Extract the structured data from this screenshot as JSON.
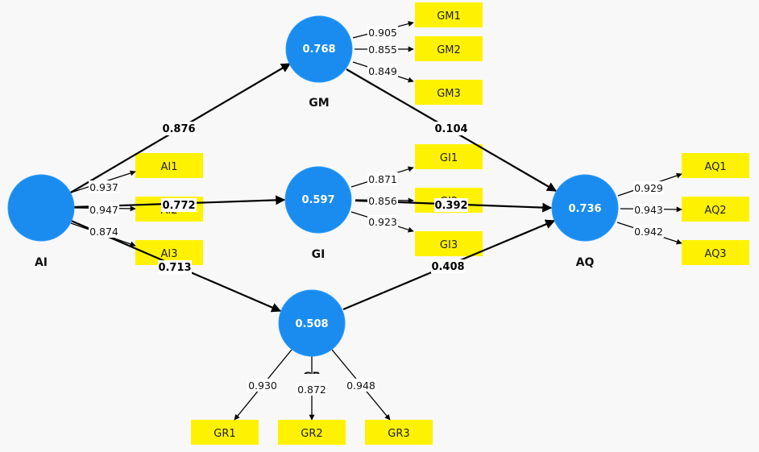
{
  "latents": {
    "AI": {
      "name": "AI",
      "r2": ""
    },
    "GM": {
      "name": "GM",
      "r2": "0.768"
    },
    "GI": {
      "name": "GI",
      "r2": "0.597"
    },
    "GR": {
      "name": "GR",
      "r2": "0.508"
    },
    "AQ": {
      "name": "AQ",
      "r2": "0.736"
    }
  },
  "indicators": {
    "AI1": "AI1",
    "AI2": "AI2",
    "AI3": "AI3",
    "GM1": "GM1",
    "GM2": "GM2",
    "GM3": "GM3",
    "GI1": "GI1",
    "GI2": "GI2",
    "GI3": "GI3",
    "GR1": "GR1",
    "GR2": "GR2",
    "GR3": "GR3",
    "AQ1": "AQ1",
    "AQ2": "AQ2",
    "AQ3": "AQ3"
  },
  "paths": {
    "AI_GM": "0.876",
    "AI_GI": "0.772",
    "AI_GR": "0.713",
    "GM_AQ": "0.104",
    "GI_AQ": "0.392",
    "GR_AQ": "0.408"
  },
  "loadings": {
    "AI1": "0.937",
    "AI2": "0.947",
    "AI3": "0.874",
    "GM1": "0.905",
    "GM2": "0.855",
    "GM3": "0.849",
    "GI1": "0.871",
    "GI2": "0.856",
    "GI3": "0.923",
    "GR1": "0.930",
    "GR2": "0.872",
    "GR3": "0.948",
    "AQ1": "0.929",
    "AQ2": "0.943",
    "AQ3": "0.942"
  }
}
